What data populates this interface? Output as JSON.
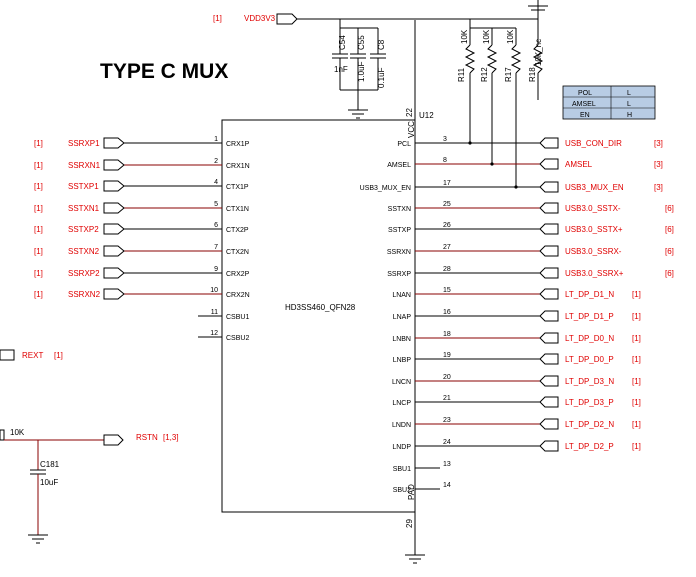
{
  "title": "TYPE C MUX",
  "ic": {
    "ref": "U12",
    "part": "HD3SS460_QFN28",
    "vcc_label": "VCC",
    "vcc_pin": "22",
    "pad_label": "PAD",
    "pad_pin": "29"
  },
  "power_net": {
    "name": "VDD3V3",
    "ref": "[1]"
  },
  "capacitors": [
    {
      "ref": "C54",
      "value": "1nF"
    },
    {
      "ref": "C55",
      "value": "1.0uF"
    },
    {
      "ref": "C8",
      "value": "0.1uF"
    }
  ],
  "resistors": [
    {
      "ref": "R11",
      "value": "10K"
    },
    {
      "ref": "R12",
      "value": "10K"
    },
    {
      "ref": "R17",
      "value": "10K"
    },
    {
      "ref": "R18",
      "value": "10K_nc"
    }
  ],
  "config_table": [
    {
      "signal": "POL",
      "level": "L"
    },
    {
      "signal": "AMSEL",
      "level": "L"
    },
    {
      "signal": "EN",
      "level": "H"
    }
  ],
  "left_pins": [
    {
      "pin": "1",
      "name": "CRX1P",
      "net": "SSRXP1",
      "ref": "[1]"
    },
    {
      "pin": "2",
      "name": "CRX1N",
      "net": "SSRXN1",
      "ref": "[1]"
    },
    {
      "pin": "4",
      "name": "CTX1P",
      "net": "SSTXP1",
      "ref": "[1]"
    },
    {
      "pin": "5",
      "name": "CTX1N",
      "net": "SSTXN1",
      "ref": "[1]"
    },
    {
      "pin": "6",
      "name": "CTX2P",
      "net": "SSTXP2",
      "ref": "[1]"
    },
    {
      "pin": "7",
      "name": "CTX2N",
      "net": "SSTXN2",
      "ref": "[1]"
    },
    {
      "pin": "9",
      "name": "CRX2P",
      "net": "SSRXP2",
      "ref": "[1]"
    },
    {
      "pin": "10",
      "name": "CRX2N",
      "net": "SSRXN2",
      "ref": "[1]"
    },
    {
      "pin": "11",
      "name": "CSBU1",
      "net": "",
      "ref": ""
    },
    {
      "pin": "12",
      "name": "CSBU2",
      "net": "",
      "ref": ""
    }
  ],
  "right_pins": [
    {
      "pin": "3",
      "name": "PCL",
      "net": "USB_CON_DIR",
      "ref": "[3]"
    },
    {
      "pin": "8",
      "name": "AMSEL",
      "net": "AMSEL",
      "ref": "[3]"
    },
    {
      "pin": "17",
      "name": "USB3_MUX_EN",
      "net": "USB3_MUX_EN",
      "ref": "[3]"
    },
    {
      "pin": "25",
      "name": "SSTXN",
      "net": "USB3.0_SSTX-",
      "ref": "[6]"
    },
    {
      "pin": "26",
      "name": "SSTXP",
      "net": "USB3.0_SSTX+",
      "ref": "[6]"
    },
    {
      "pin": "27",
      "name": "SSRXN",
      "net": "USB3.0_SSRX-",
      "ref": "[6]"
    },
    {
      "pin": "28",
      "name": "SSRXP",
      "net": "USB3.0_SSRX+",
      "ref": "[6]"
    },
    {
      "pin": "15",
      "name": "LNAN",
      "net": "LT_DP_D1_N",
      "ref": "[1]"
    },
    {
      "pin": "16",
      "name": "LNAP",
      "net": "LT_DP_D1_P",
      "ref": "[1]"
    },
    {
      "pin": "18",
      "name": "LNBN",
      "net": "LT_DP_D0_N",
      "ref": "[1]"
    },
    {
      "pin": "19",
      "name": "LNBP",
      "net": "LT_DP_D0_P",
      "ref": "[1]"
    },
    {
      "pin": "20",
      "name": "LNCN",
      "net": "LT_DP_D3_N",
      "ref": "[1]"
    },
    {
      "pin": "21",
      "name": "LNCP",
      "net": "LT_DP_D3_P",
      "ref": "[1]"
    },
    {
      "pin": "23",
      "name": "LNDN",
      "net": "LT_DP_D2_N",
      "ref": "[1]"
    },
    {
      "pin": "24",
      "name": "LNDP",
      "net": "LT_DP_D2_P",
      "ref": "[1]"
    },
    {
      "pin": "13",
      "name": "SBU1",
      "net": "",
      "ref": ""
    },
    {
      "pin": "14",
      "name": "SBU2",
      "net": "",
      "ref": ""
    }
  ],
  "rext": {
    "net": "REXT",
    "ref": "[1]"
  },
  "reset": {
    "net": "RSTN",
    "ref": "[1,3]",
    "resistor_value": "10K",
    "cap_ref": "C181",
    "cap_value": "10uF"
  }
}
